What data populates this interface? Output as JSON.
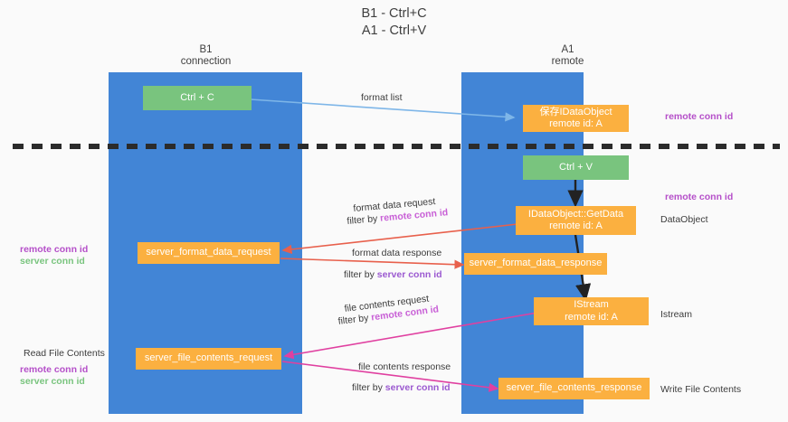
{
  "title": "B1 - Ctrl+C\nA1 - Ctrl+V",
  "columns": [
    {
      "name": "b1",
      "label": "B1\nconnection"
    },
    {
      "name": "a1",
      "label": "A1\nremote"
    }
  ],
  "nodes": {
    "ctrl_c": {
      "line1": "Ctrl + C",
      "line2": ""
    },
    "idataobject_store": {
      "line1": "保存IDataObject",
      "line2": "remote id: A"
    },
    "ctrl_v": {
      "line1": "Ctrl + V",
      "line2": ""
    },
    "getdata": {
      "line1": "IDataObject::GetData",
      "line2": "remote id: A"
    },
    "fmt_req": {
      "line1": "server_format_data_request",
      "line2": ""
    },
    "fmt_resp": {
      "line1": "server_format_data_response",
      "line2": ""
    },
    "istream": {
      "line1": "IStream",
      "line2": "remote id: A"
    },
    "file_req": {
      "line1": "server_file_contents_request",
      "line2": ""
    },
    "file_resp": {
      "line1": "server_file_contents_response",
      "line2": ""
    }
  },
  "edge_labels": {
    "format_list": "format list",
    "fmt_req_a": "format data request",
    "fmt_req_b_pre": "filter by ",
    "fmt_req_b_key": "remote conn id",
    "fmt_resp_a": "format data response",
    "fmt_resp_b_pre": "filter by ",
    "fmt_resp_b_key": "server conn id",
    "file_req_a": "file contents request",
    "file_req_b_pre": "filter by ",
    "file_req_b_key": "remote conn id",
    "file_resp_a": "file contents response",
    "file_resp_b_pre": "filter by ",
    "file_resp_b_key": "server conn id"
  },
  "side_labels": {
    "left_mid_remote": "remote conn id",
    "left_mid_server": "server conn id",
    "left_read": "Read File Contents",
    "left_bot_remote": "remote conn id",
    "left_bot_server": "server conn id"
  },
  "right_labels": {
    "top_remote_conn": "remote conn id",
    "mid_remote_conn": "remote conn id",
    "dataobject": "DataObject",
    "istream": "Istream",
    "write_file": "Write File Contents"
  },
  "colors": {
    "lane": "#4285d6",
    "green": "#79c47e",
    "orange": "#fbb040",
    "remote_conn": "#c85fd6",
    "server_conn": "#79c47e",
    "arrow_blue": "#7eb6e8",
    "arrow_red": "#e8604c",
    "arrow_magenta": "#e040a0",
    "arrow_black": "#222222",
    "background": "#fafafa"
  }
}
